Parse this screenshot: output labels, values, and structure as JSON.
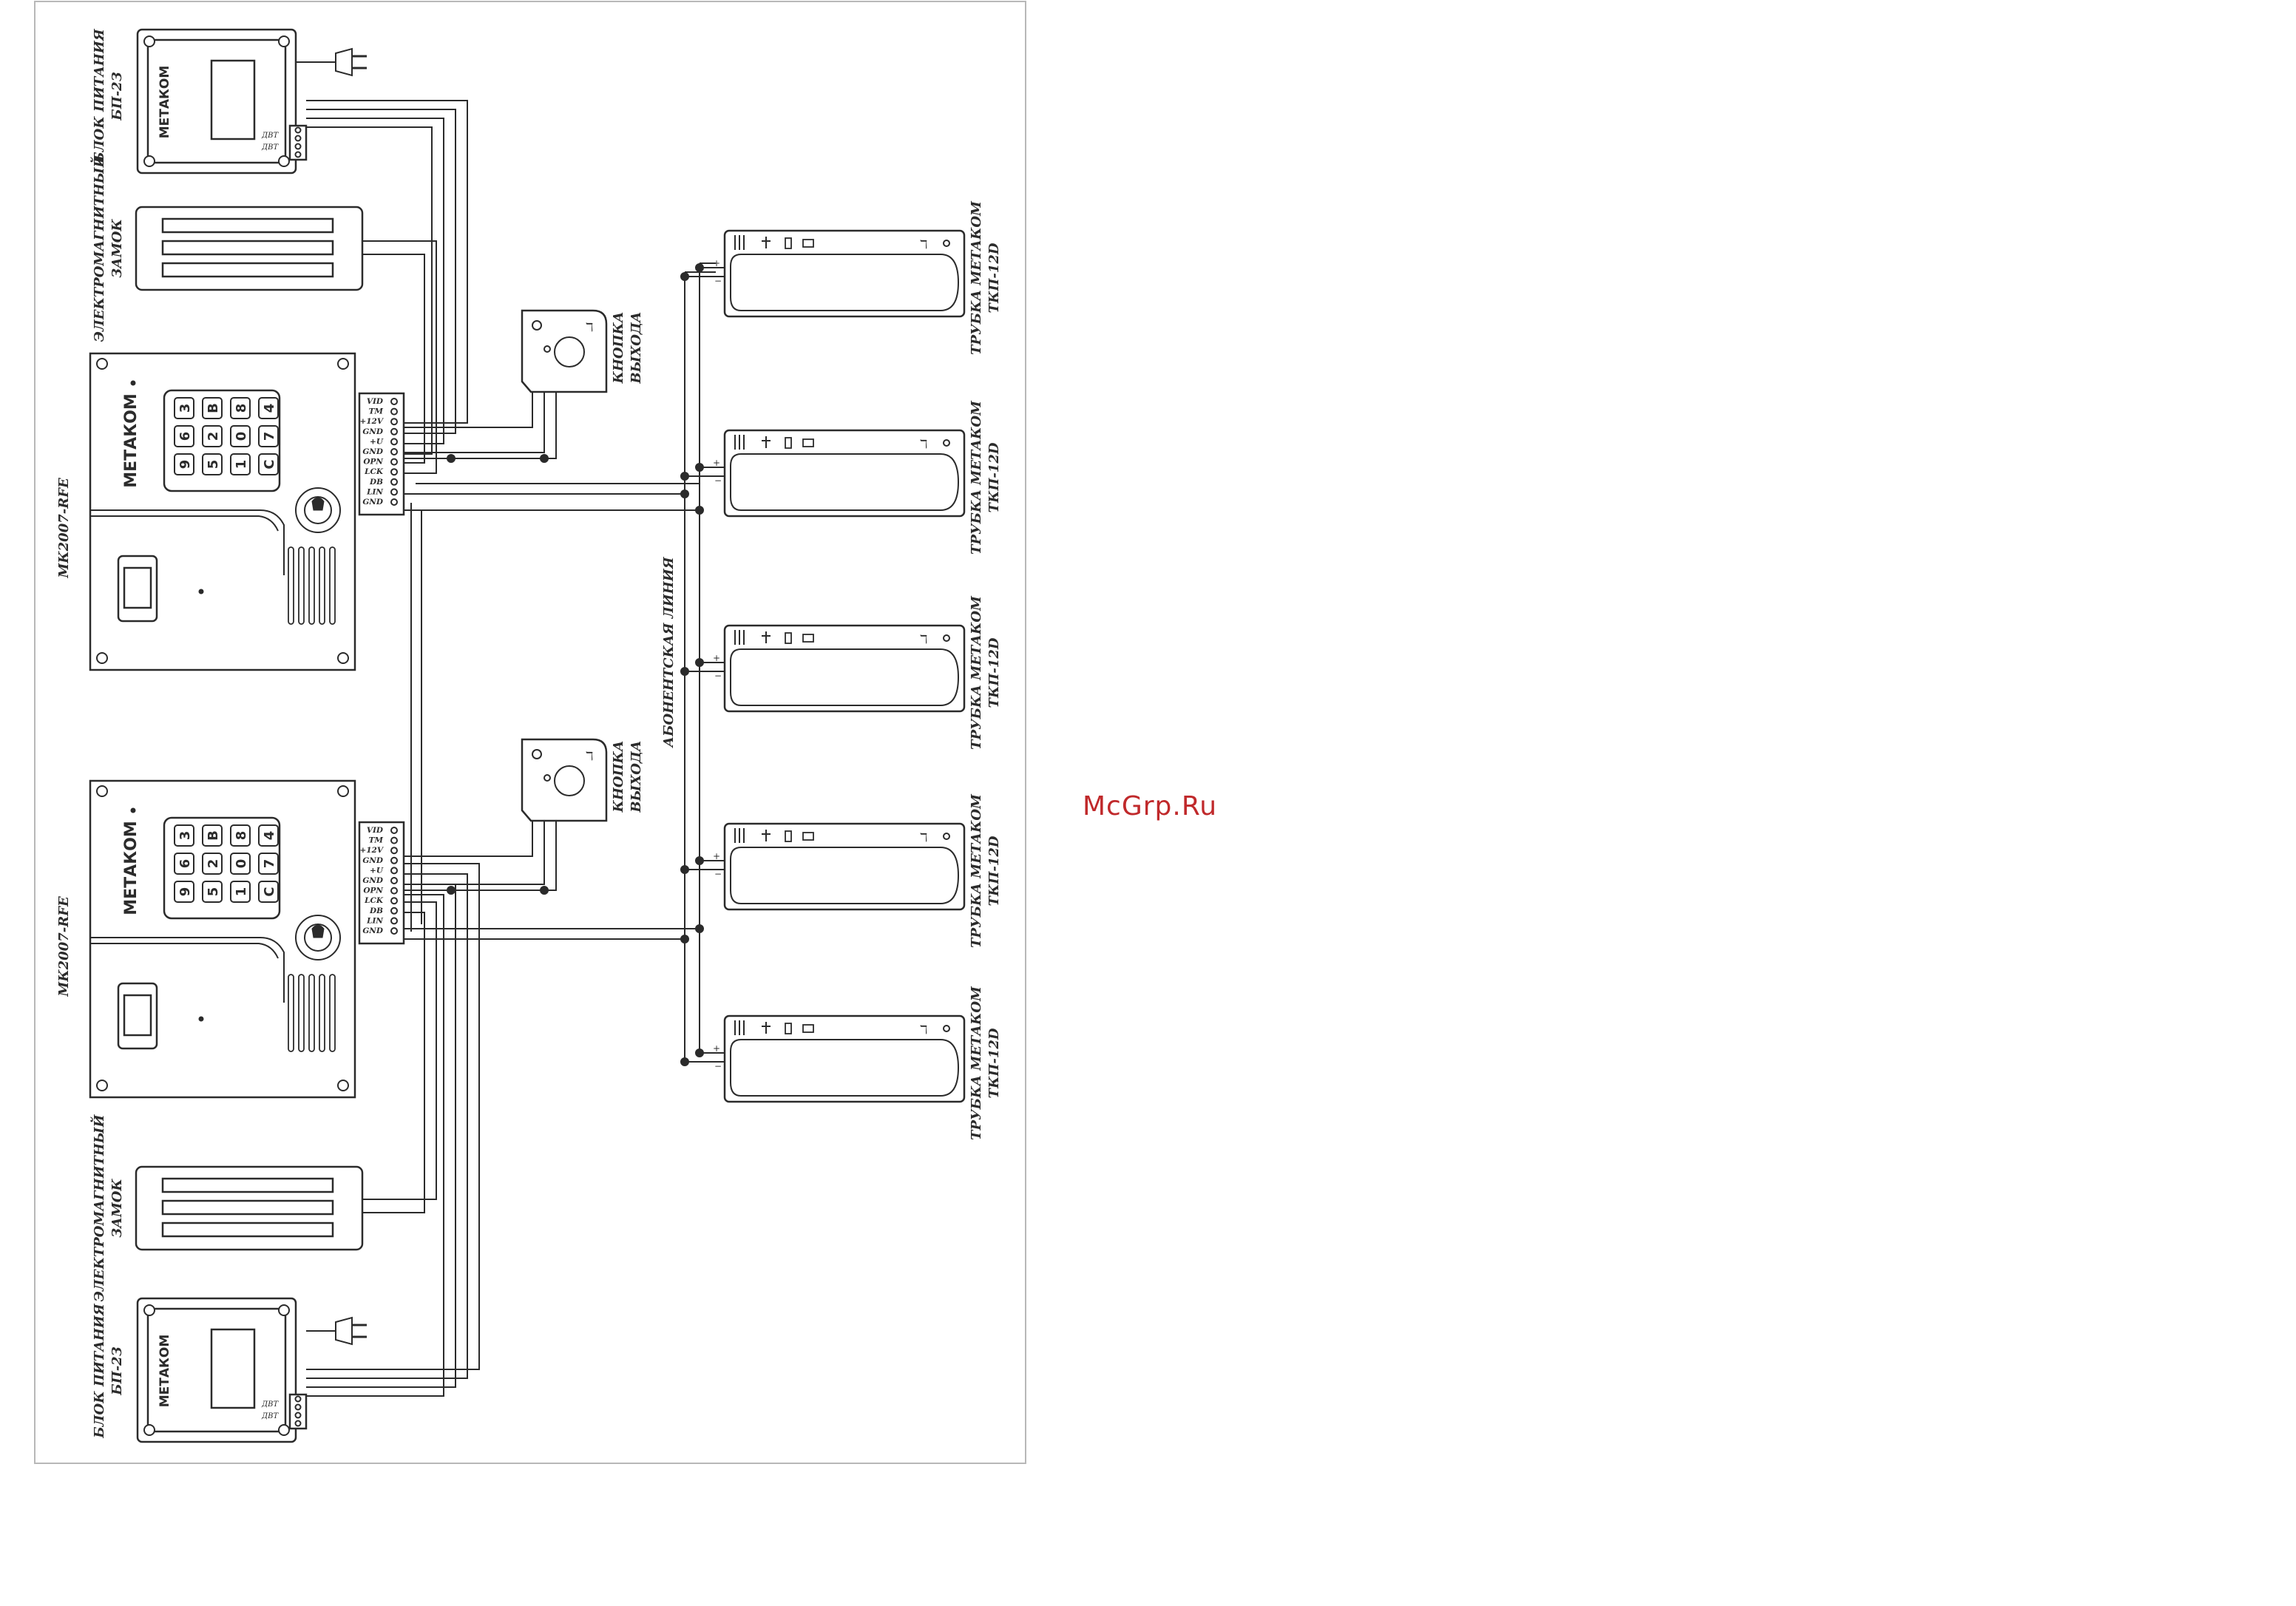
{
  "colors": {
    "line": "#2b2b2b",
    "frame": "#b8b8b8",
    "watermark": "#c0292b",
    "panel": "#ffffff"
  },
  "labels": {
    "power_unit_top": [
      "БЛОК ПИТАНИЯ",
      "БП-2З"
    ],
    "maglock_top": [
      "ЭЛЕКТРОМАГНИТНЫЙ",
      "ЗАМОК"
    ],
    "panel_top": "МК2007-RFE",
    "panel_bottom": "МК2007-RFE",
    "maglock_bottom": [
      "ЭЛЕКТРОМАГНИТНЫЙ",
      "ЗАМОК"
    ],
    "power_unit_bottom": [
      "БЛОК ПИТАНИЯ",
      "БП-2З"
    ],
    "exit_button_top": [
      "КНОПКА",
      "ВЫХОДА"
    ],
    "exit_button_bottom": [
      "КНОПКА",
      "ВЫХОДА"
    ],
    "subscriber_line": "АБОНЕНТСКАЯ ЛИНИЯ",
    "handsets": [
      [
        "ТРУБКА МЕТАКОМ",
        "ТКП-12D"
      ],
      [
        "ТРУБКА МЕТАКОМ",
        "ТКП-12D"
      ],
      [
        "ТРУБКА МЕТАКОМ",
        "ТКП-12D"
      ],
      [
        "ТРУБКА МЕТАКОМ",
        "ТКП-12D"
      ],
      [
        "ТРУБКА МЕТАКОМ",
        "ТКП-12D"
      ]
    ],
    "brand": "МЕТАКОМ",
    "terminals": [
      "VID",
      "TM",
      "+12V",
      "GND",
      "+U",
      "GND",
      "OPN",
      "LCK",
      "DB",
      "LIN",
      "GND"
    ],
    "psu_terminals": [
      "ДВТ",
      "ДВТ",
      "+",
      "−"
    ],
    "keypad": [
      "3",
      "6",
      "9",
      "B",
      "2",
      "5",
      "8",
      "0",
      "1",
      "4",
      "7",
      "C"
    ],
    "handset_polarity": [
      "+",
      "−"
    ]
  },
  "icons": {
    "plug": "mains-plug-icon",
    "key": "rfid-reader-icon",
    "handset_buttons": "handset-button-icon"
  },
  "watermark": "McGrp.Ru"
}
